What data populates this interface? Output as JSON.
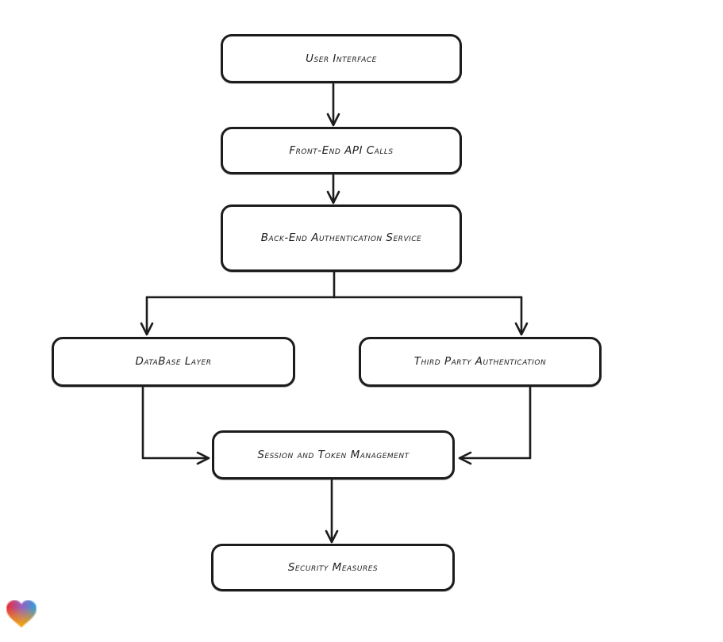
{
  "page": {
    "background_color": "#ffffff"
  },
  "diagram": {
    "type": "flowchart",
    "style": "hand-drawn",
    "stroke_color": "#1c1c1c",
    "node_fill_color": "#ffffff",
    "text_color": "#1f1f1f",
    "nodes": [
      {
        "id": "user-interface",
        "label": "User Interface"
      },
      {
        "id": "front-end-api-calls",
        "label": "Front-End API Calls"
      },
      {
        "id": "back-end-authentication-service",
        "label": "Back-End Authentication Service"
      },
      {
        "id": "database-layer",
        "label": "DataBase Layer"
      },
      {
        "id": "third-party-authentication",
        "label": "Third Party Authentication"
      },
      {
        "id": "session-and-token-management",
        "label": "Session and Token Management"
      },
      {
        "id": "security-measures",
        "label": "Security Measures"
      }
    ],
    "edges": [
      {
        "from": "user-interface",
        "to": "front-end-api-calls"
      },
      {
        "from": "front-end-api-calls",
        "to": "back-end-authentication-service"
      },
      {
        "from": "back-end-authentication-service",
        "to": "database-layer"
      },
      {
        "from": "back-end-authentication-service",
        "to": "third-party-authentication"
      },
      {
        "from": "database-layer",
        "to": "session-and-token-management"
      },
      {
        "from": "third-party-authentication",
        "to": "session-and-token-management"
      },
      {
        "from": "session-and-token-management",
        "to": "security-measures"
      }
    ],
    "logo": {
      "name": "heart-logo",
      "colors": [
        "#ea2b35",
        "#2aa1db",
        "#f7a600"
      ]
    }
  }
}
